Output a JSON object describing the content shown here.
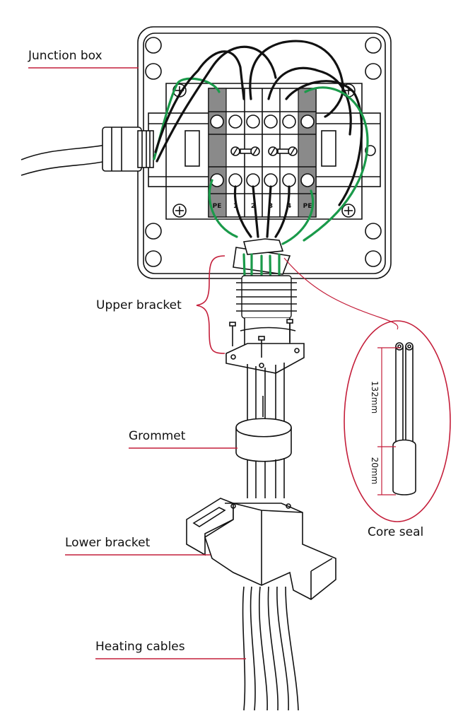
{
  "labels": {
    "junction_box": "Junction box",
    "upper_bracket": "Upper bracket",
    "grommet": "Grommet",
    "lower_bracket": "Lower bracket",
    "heating_cables": "Heating cables",
    "core_seal": "Core seal"
  },
  "terminals": [
    "PE",
    "1",
    "2",
    "3",
    "4",
    "PE"
  ],
  "dimensions": {
    "upper": "132mm",
    "lower": "20mm"
  },
  "colors": {
    "callout": "#c41e3a",
    "earth_wire": "#1a9a4a",
    "line": "#111111",
    "terminal_grey": "#8a8a8a"
  }
}
